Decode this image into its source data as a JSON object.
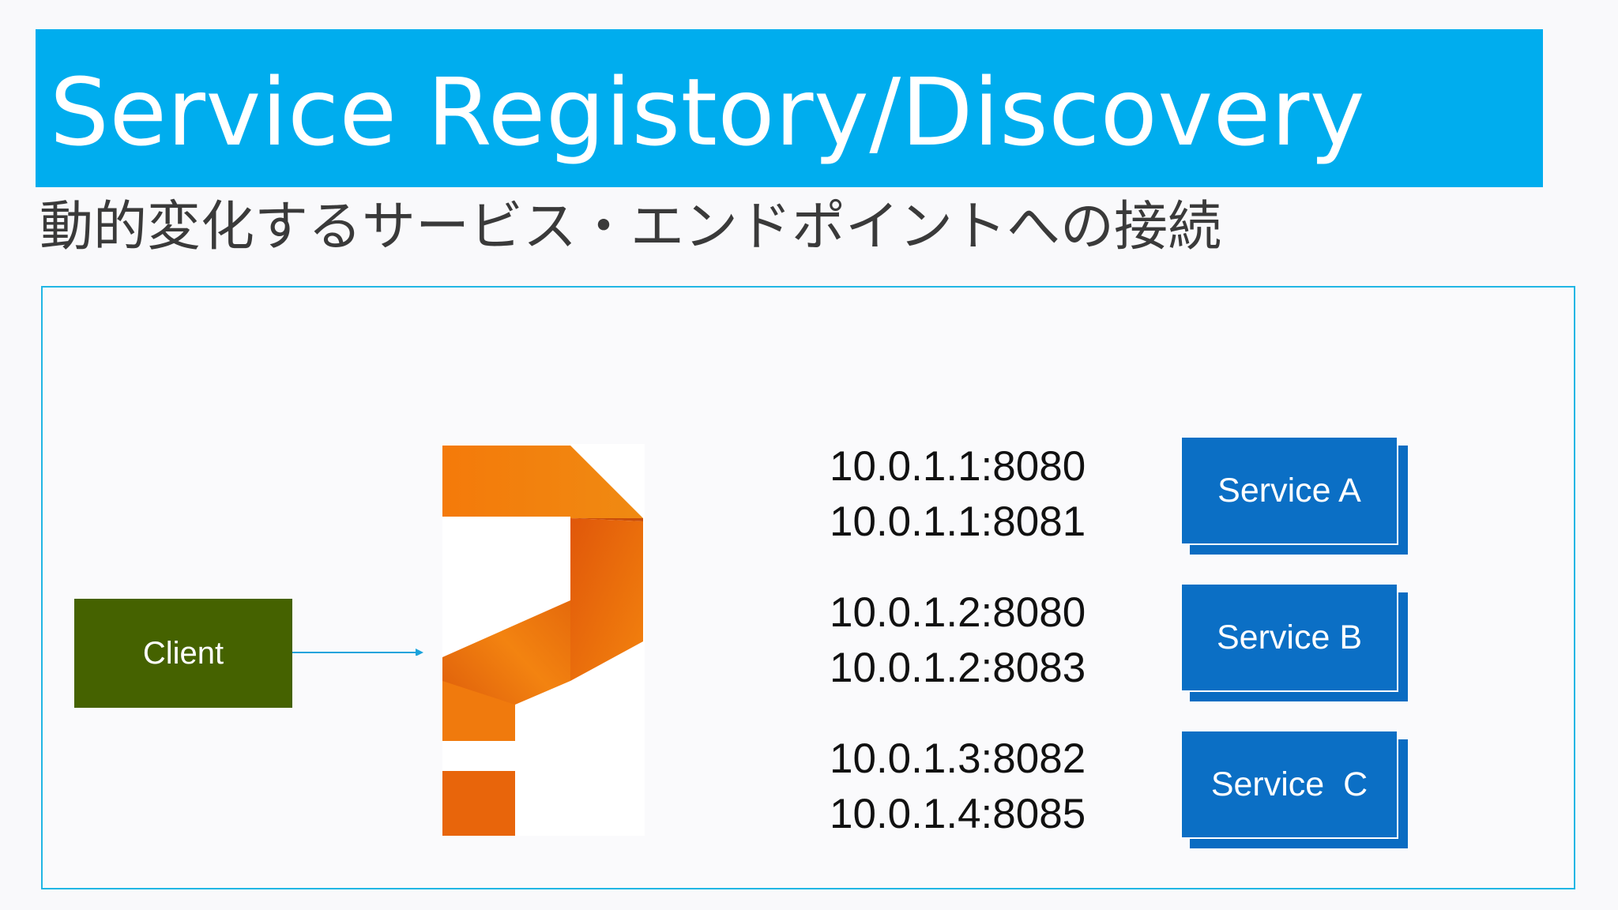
{
  "title": "Service Registory/Discovery",
  "subtitle": "動的変化するサービス・エンドポイントへの接続",
  "client_label": "Client",
  "icon": "question-mark-icon",
  "endpoint_groups": [
    [
      "10.0.1.1:8080",
      "10.0.1.1:8081"
    ],
    [
      "10.0.1.2:8080",
      "10.0.1.2:8083"
    ],
    [
      "10.0.1.3:8082",
      "10.0.1.4:8085"
    ]
  ],
  "services": [
    "Service A",
    "Service B",
    "Service  C"
  ],
  "colors": {
    "title_bar": "#00adee",
    "client": "#456200",
    "service": "#0b6fc5",
    "frame_border": "#21b6e4",
    "qmark_orange": "#f47a0a"
  }
}
